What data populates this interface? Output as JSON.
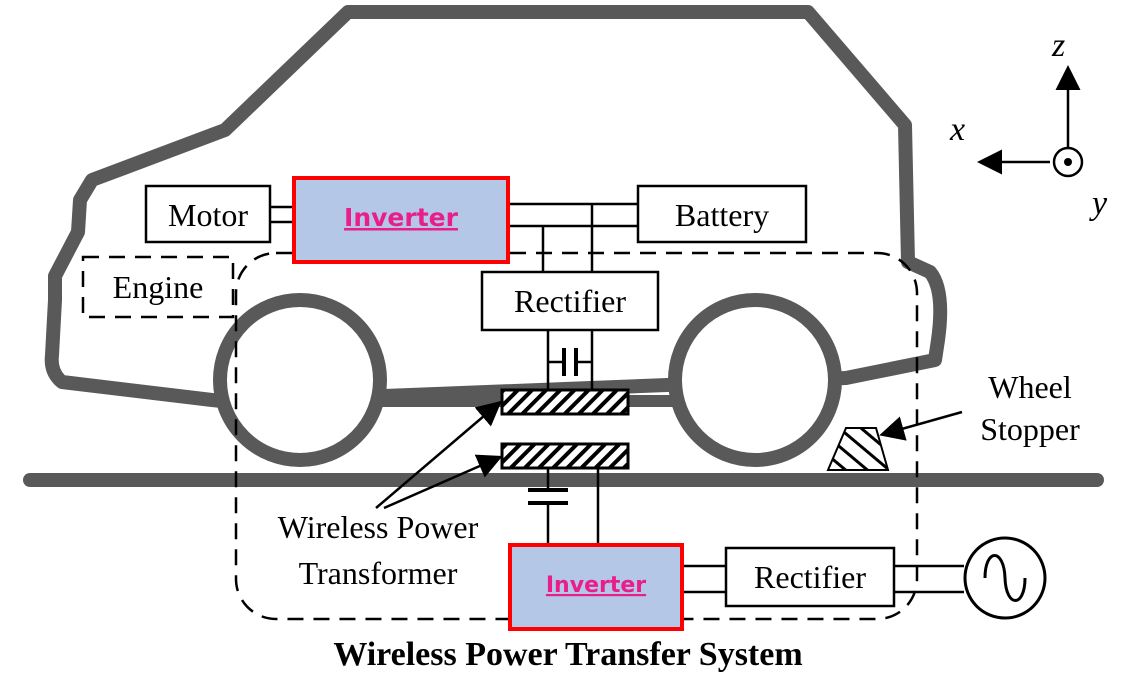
{
  "blocks": {
    "motor": "Motor",
    "inverter_top": "Inverter",
    "battery": "Battery",
    "engine": "Engine",
    "rectifier_top": "Rectifier",
    "inverter_bottom": "Inverter",
    "rectifier_bottom": "Rectifier"
  },
  "labels": {
    "wheel_stopper_line1": "Wheel",
    "wheel_stopper_line2": "Stopper",
    "wpt_line1": "Wireless Power",
    "wpt_line2": "Transformer",
    "caption": "Wireless Power Transfer System"
  },
  "axes": {
    "x": "x",
    "y": "y",
    "z": "z"
  },
  "colors": {
    "vehicle_outline": "#595959",
    "inverter_fill": "#b4c7e7",
    "inverter_border": "#ff0000",
    "inverter_text": "#e91e8c",
    "line": "#000000"
  }
}
